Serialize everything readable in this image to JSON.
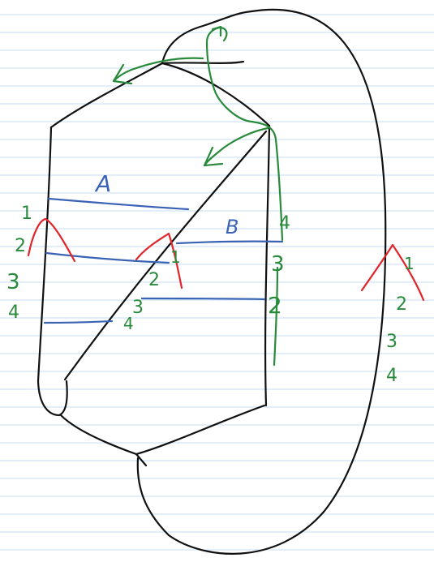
{
  "palette": {
    "paper": "#ffffff",
    "rule_line": "#c6def3",
    "black_ink": "#111111",
    "blue_ink": "#3a63b5",
    "green_ink": "#2a8a3c",
    "red_ink": "#e0262b"
  },
  "labels": {
    "region_a": "A",
    "region_b": "B"
  },
  "strand_numbers": {
    "left": [
      "1",
      "2",
      "3",
      "4"
    ],
    "center": [
      "1",
      "2",
      "3",
      "4"
    ],
    "right_edge": [
      "4",
      "3",
      "2"
    ],
    "outer_loop": [
      "1",
      "2",
      "3",
      "4"
    ]
  },
  "icons": [
    "arrow-head-icon",
    "branch-caret-icon"
  ]
}
